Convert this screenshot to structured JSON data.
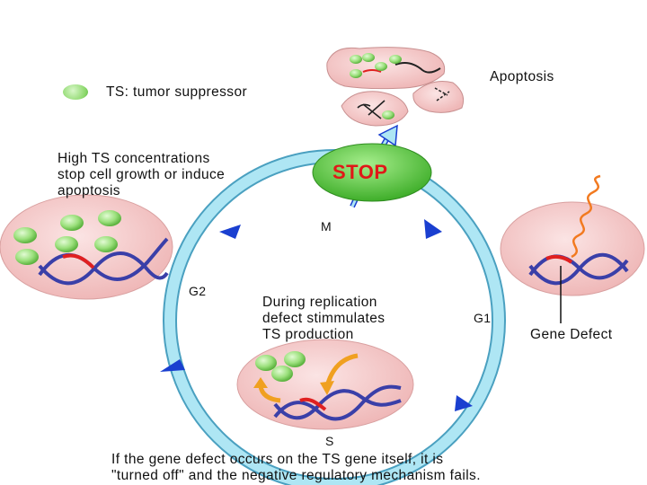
{
  "legend": {
    "icon": "green-circle-icon",
    "label": "TS: tumor suppressor"
  },
  "labels": {
    "apoptosis": "Apoptosis",
    "high_ts": [
      "High TS concentrations",
      "stop cell growth or induce",
      "apoptosis"
    ],
    "stop": "STOP",
    "during_replication": [
      "During replication",
      "defect stimmulates",
      "TS production"
    ],
    "gene_defect": "Gene Defect"
  },
  "phases": {
    "m": "M",
    "g1": "G1",
    "g2": "G2",
    "s": "S"
  },
  "caption": [
    "If the gene defect occurs on the TS gene itself, it is",
    "\"turned off\" and the negative regulatory mechanism fails."
  ],
  "colors": {
    "cycle_ring": "#aee6f4",
    "cycle_arrow": "#1a3fd0",
    "cell_fill": "#f6d0d0",
    "ts_ball": "#8cd86c",
    "dna_strand": "#3a3fa8",
    "defect": "#e02020",
    "mrna": "#f27a20",
    "stop_sign": "#58c840",
    "stop_text": "#e01818"
  }
}
